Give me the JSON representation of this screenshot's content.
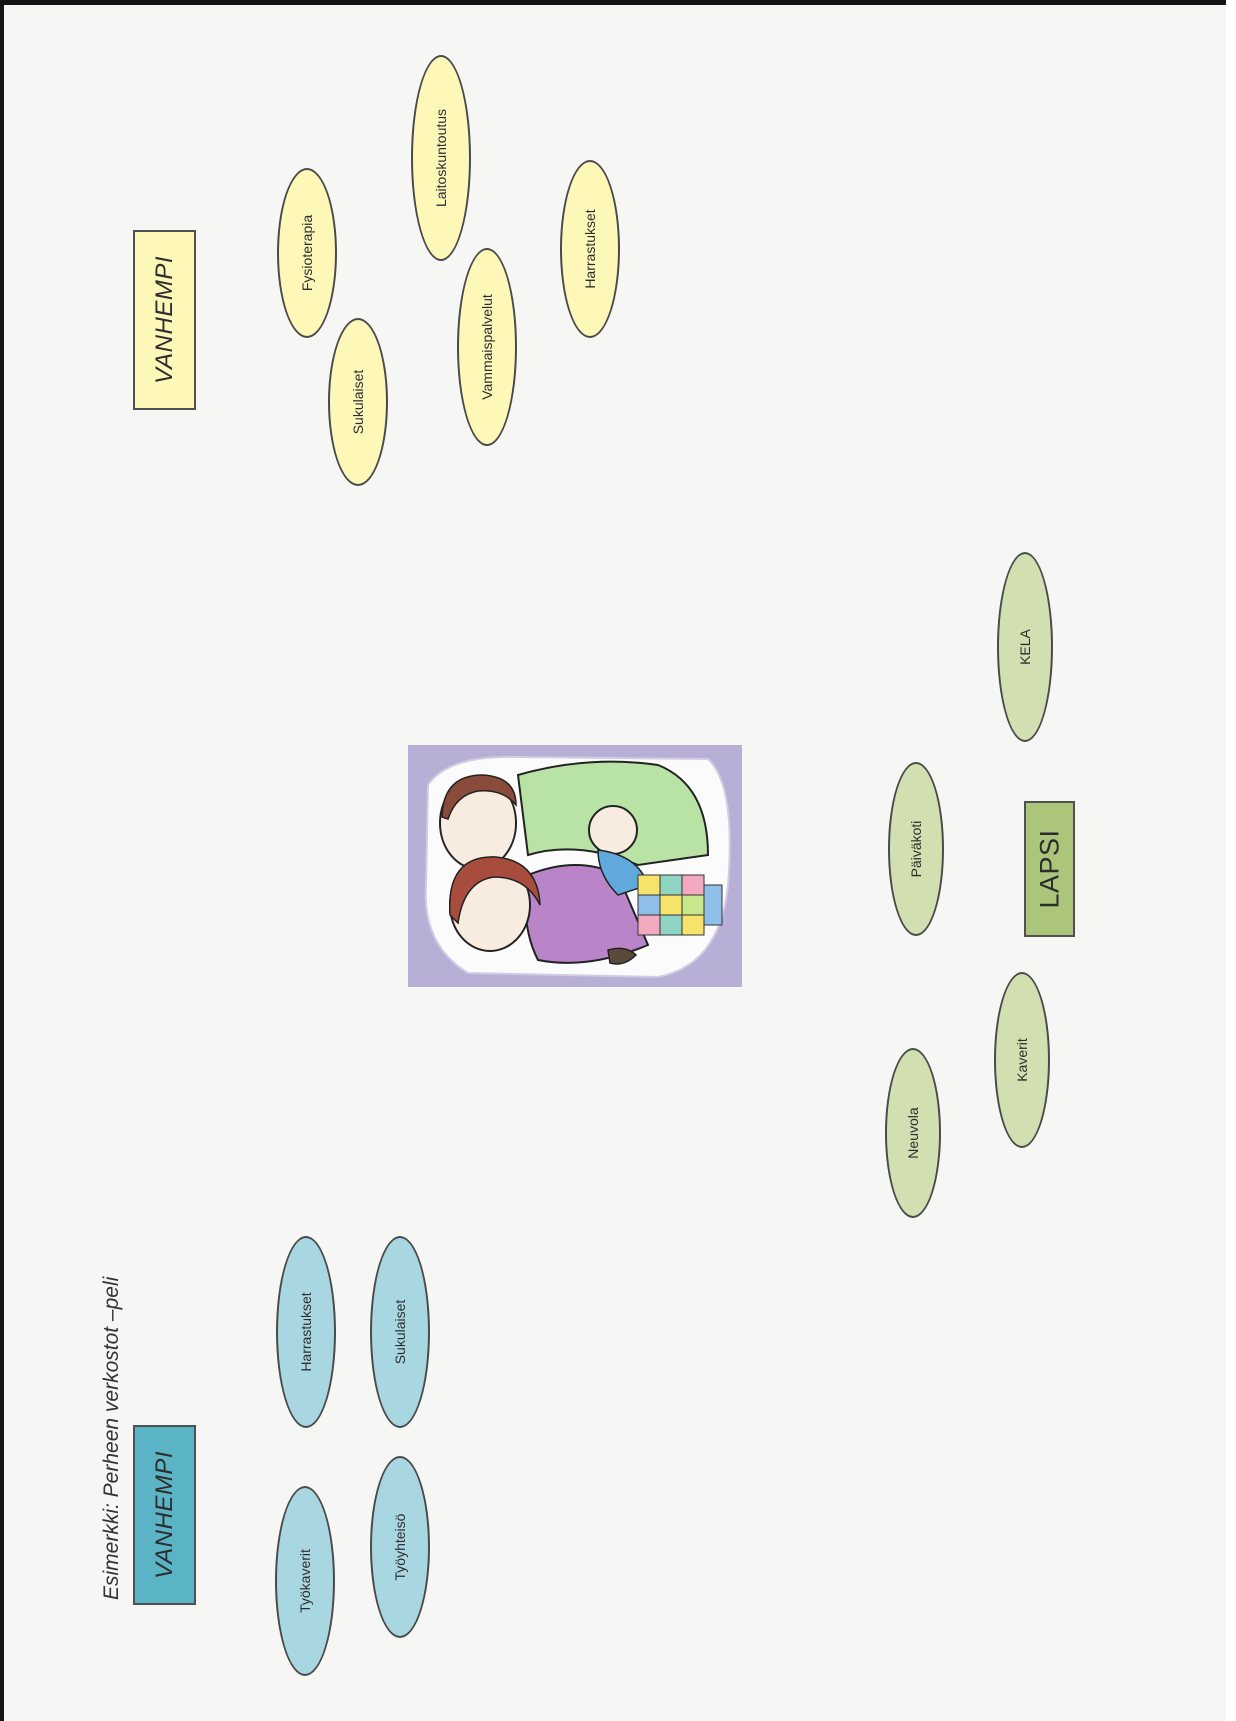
{
  "caption": "Esimerkki: Perheen verkostot –peli",
  "groups": {
    "parent_yellow": {
      "color": "#fdf7b8",
      "label": "VANHEMPI",
      "items": [
        "Fysioterapia",
        "Sukulaiset",
        "Laitoskuntoutus",
        "Vammaispalvelut",
        "Harrastukset"
      ]
    },
    "parent_blue": {
      "color": "#a9d7e1",
      "label": "VANHEMPI",
      "items": [
        "Harrastukset",
        "Sukulaiset",
        "Työkaverit",
        "Työyhteisö"
      ]
    },
    "child_green": {
      "color": "#d2dfb0",
      "label": "LAPSI",
      "items": [
        "KELA",
        "Päiväkoti",
        "Kaverit",
        "Neuvola"
      ]
    }
  },
  "illustration": {
    "subject": "hand-drawn family portrait: two parents with a baby wrapped in a patchwork blanket",
    "background_color": "#b7afd6"
  }
}
